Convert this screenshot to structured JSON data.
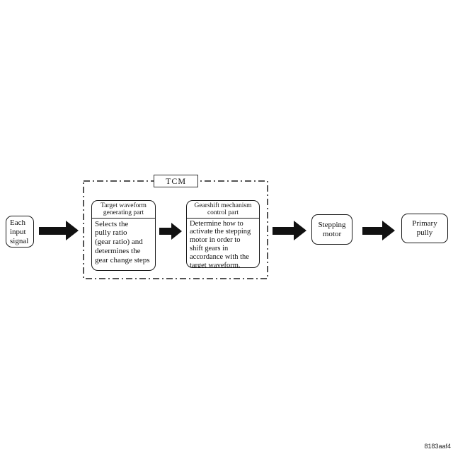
{
  "diagram": {
    "nodes": {
      "input": {
        "label": "Each\ninput\nsignal"
      },
      "tcm": {
        "label": "TCM"
      },
      "target_waveform": {
        "header": "Target waveform\ngenerating part",
        "body": "Selects the\npully ratio\n(gear ratio) and\ndetermines the\ngear change steps"
      },
      "gearshift": {
        "header": "Gearshift mechanism\ncontrol part",
        "body": "Determine how to\nactivate the stepping\nmotor in order to\nshift gears in\naccordance with the\ntarget waveform."
      },
      "stepping_motor": {
        "label": "Stepping\nmotor"
      },
      "primary_pully": {
        "label": "Primary\npully"
      }
    },
    "figure_code": "8183aaf4",
    "colors": {
      "ink": "#1a1a1a",
      "background": "#ffffff"
    }
  }
}
